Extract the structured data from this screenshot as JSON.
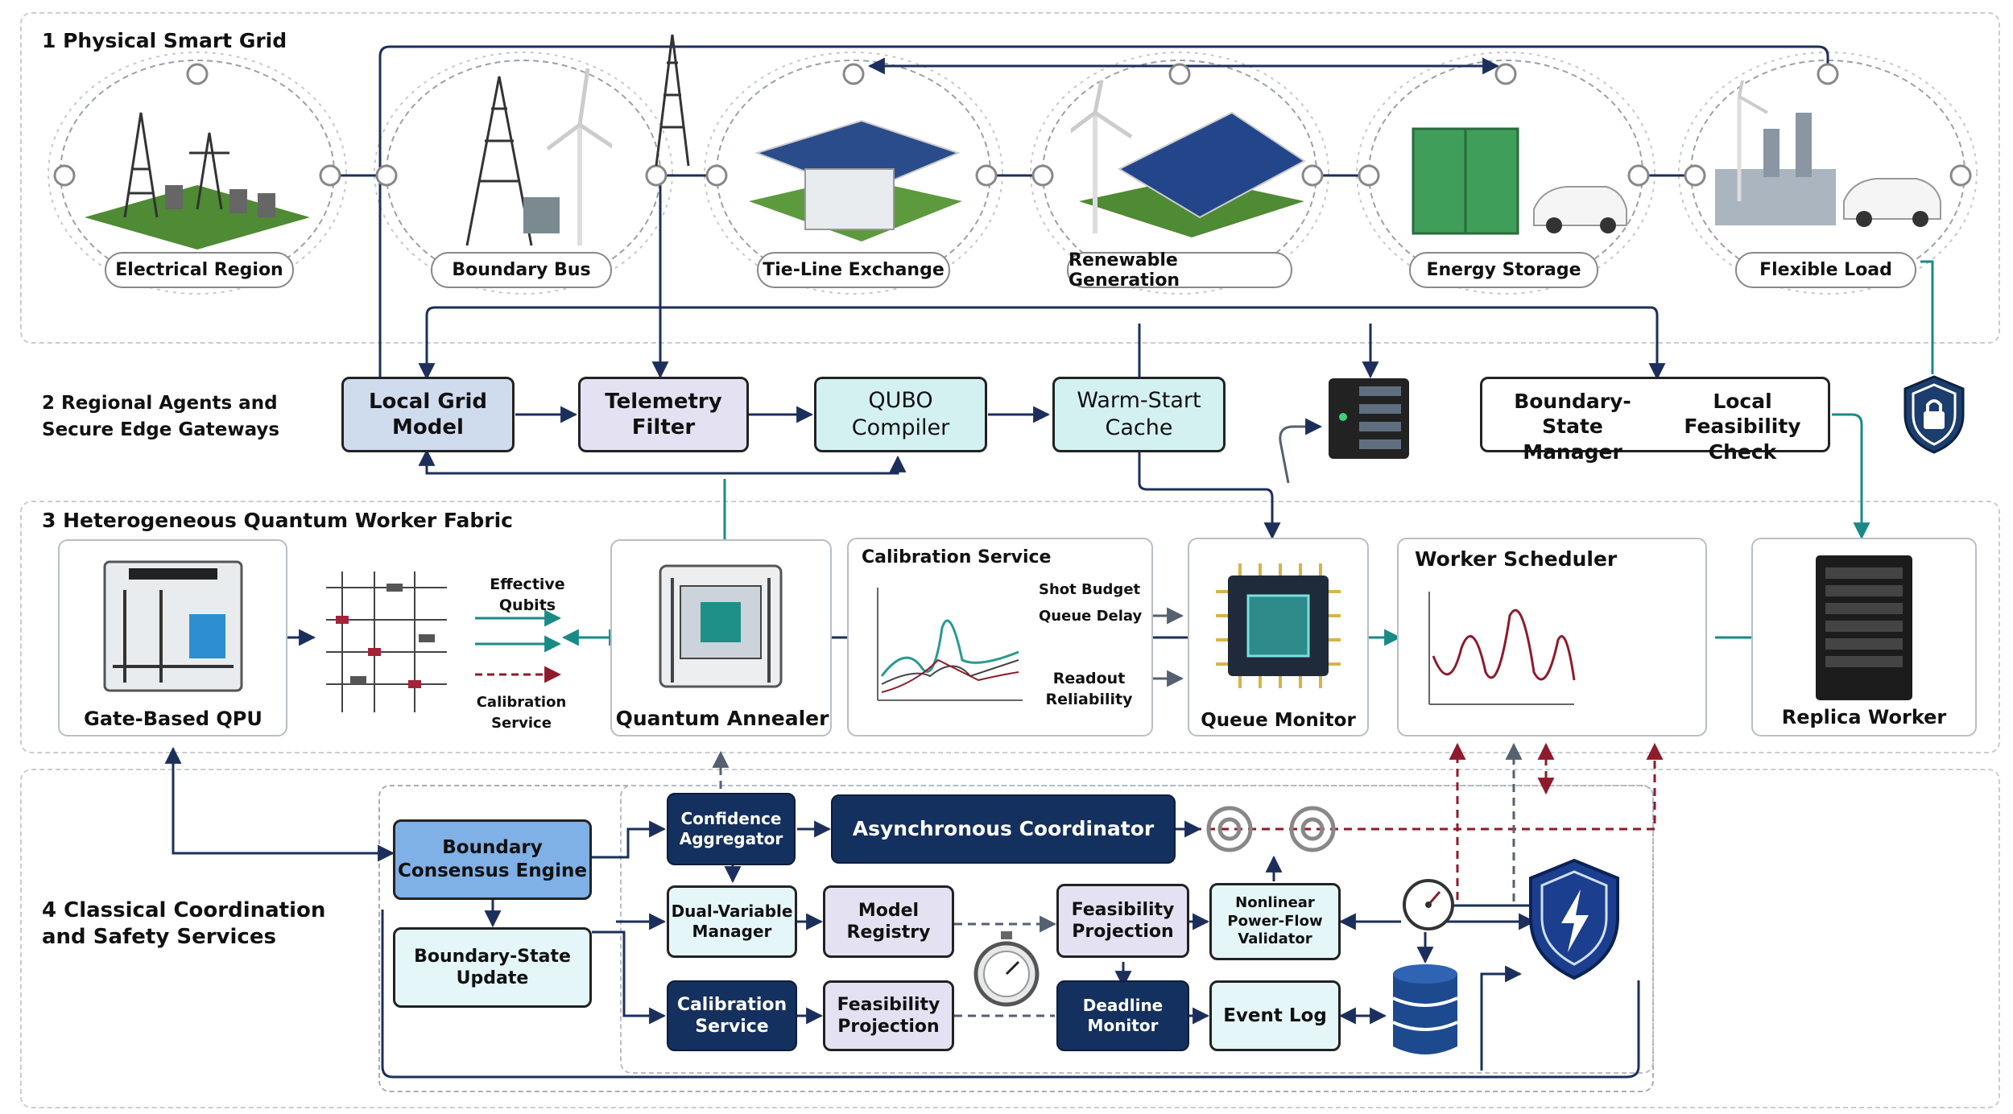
{
  "sections": {
    "s1": "1  Physical Smart Grid",
    "s2": "2  Regional Agents and\n    Secure Edge Gateways",
    "s3": "3  Heterogeneous Quantum Worker Fabric",
    "s4": "4 Classical Coordination\n   and Safety Services"
  },
  "grid_nodes": [
    "Electrical Region",
    "Boundary Bus",
    "Tie-Line Exchange",
    "Renewable Generation",
    "Energy Storage",
    "Flexible Load"
  ],
  "agents": {
    "local_grid_model": "Local Grid\nModel",
    "telemetry_filter": "Telemetry\nFilter",
    "qubo_compiler": "QUBO\nCompiler",
    "warm_start_cache": "Warm-Start\nCache",
    "boundary_state_manager": "Boundary-State\nManager",
    "local_feasibility_check": "Local Feasibility\nCheck"
  },
  "fabric": {
    "gate_qpu": "Gate-Based QPU",
    "effective_qubits": "Effective Qubits",
    "calibration_service_small": "Calibration\nService",
    "quantum_annealer": "Quantum Annealer",
    "calibration_service": "Calibration Service",
    "shot_budget": "Shot Budget",
    "queue_delay": "Queue Delay",
    "readout_reliability": "Readout\nReliability",
    "queue_monitor": "Queue Monitor",
    "worker_scheduler": "Worker Scheduler",
    "replica_worker": "Replica Worker"
  },
  "classical": {
    "boundary_consensus_engine": "Boundary\nConsensus Engine",
    "boundary_state_update": "Boundary-State\nUpdate",
    "confidence_aggregator": "Confidence\nAggregator",
    "asynchronous_coordinator": "Asynchronous Coordinator",
    "dual_variable_manager": "Dual-Variable\nManager",
    "model_registry": "Model\nRegistry",
    "feasibility_projection_top": "Feasibility\nProjection",
    "nonlinear_validator": "Nonlinear\nPower-Flow\nValidator",
    "calibration_service": "Calibration\nService",
    "feasibility_projection_bottom": "Feasibility\nProjection",
    "deadline_monitor": "Deadline\nMonitor",
    "event_log": "Event Log"
  },
  "colors": {
    "navy": "#14305e",
    "lavender": "#e4e2f2",
    "light_blue": "#cfdcee",
    "teal": "#d4f1f1",
    "teal_arrow": "#1a8a87",
    "dark_arrow": "#1c2f5c",
    "red_dashed": "#8e1b2c"
  },
  "icons": [
    "transmission-tower-icon",
    "wind-turbine-icon",
    "solar-panel-icon",
    "battery-storage-icon",
    "electric-car-icon",
    "factory-icon",
    "server-rack-icon",
    "security-shield-icon",
    "lightning-shield-icon",
    "database-icon",
    "pressure-gauge-icon",
    "stopwatch-icon",
    "quantum-chip-icon"
  ]
}
